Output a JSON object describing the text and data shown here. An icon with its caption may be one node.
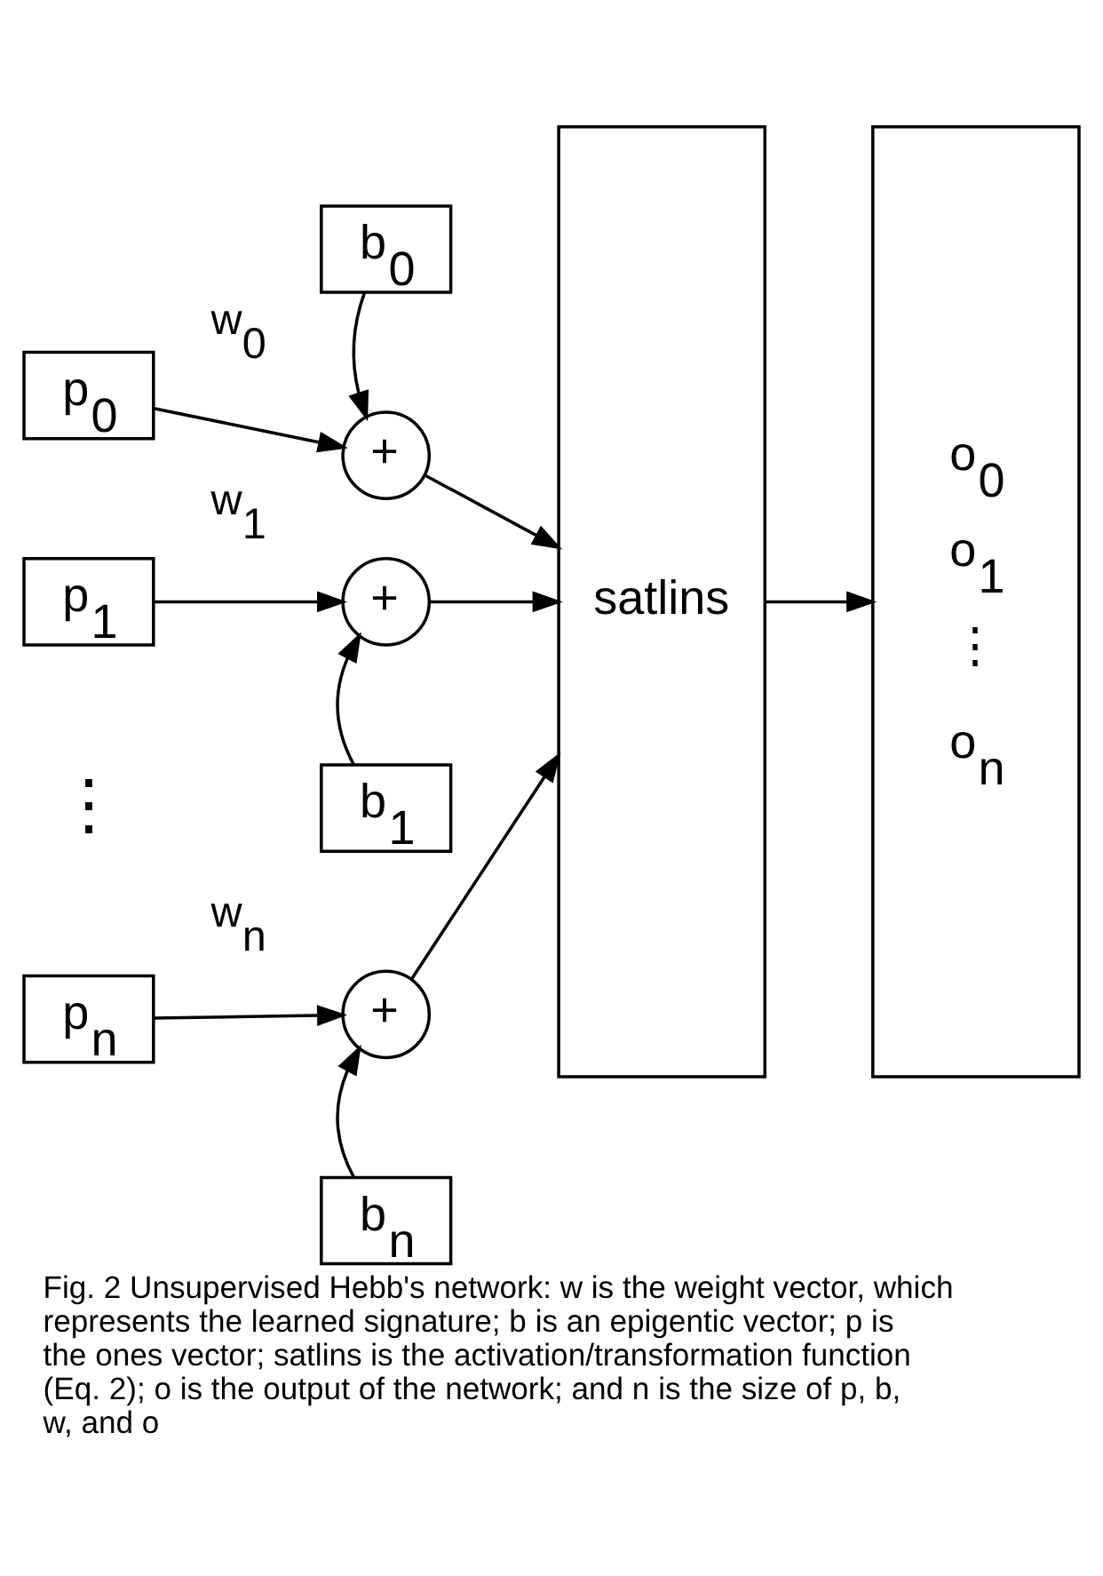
{
  "diagram": {
    "caption": "Fig. 2 Unsupervised Hebb's network: w is the weight vector, which represents the learned signature; b is an epigentic vector; p is the ones vector; satlins is the activation/transformation function (Eq. 2); o is the output of the network; and n is the size of p, b, w, and o",
    "nodes": [
      {
        "text": [
          "p$_{0}$"
        ]
      },
      {
        "text": [
          "+"
        ]
      },
      {
        "text": [
          "b$_{0}$"
        ]
      },
      {
        "text": [
          "p$_{1}$"
        ]
      },
      {
        "text": [
          "+"
        ]
      },
      {
        "text": [
          "b$_{1}$"
        ]
      },
      {
        "text": [
          "p$_{n}$"
        ]
      },
      {
        "text": [
          "+"
        ]
      },
      {
        "text": [
          "b$_{n}$"
        ]
      },
      {
        "text": [
          "satlins"
        ]
      },
      {
        "text": [
          "o$_{0}$",
          "o$_{1}$",
          "⋮",
          "o$_{n}$"
        ]
      }
    ],
    "edges": [
      {
        "from": 0,
        "to": 1,
        "arrow": "to",
        "label": "w$_{0}$"
      },
      {
        "from": 2,
        "to": 1,
        "arrow": "to"
      },
      {
        "from": 1,
        "to": 9,
        "arrow": "to"
      },
      {
        "from": 3,
        "to": 4,
        "arrow": "to",
        "label": "w$_{1}$"
      },
      {
        "from": 5,
        "to": 4,
        "arrow": "to"
      },
      {
        "from": 4,
        "to": 9,
        "arrow": "to"
      },
      {
        "from": 6,
        "to": 7,
        "arrow": "to",
        "label": "w$_{n}$"
      },
      {
        "from": 8,
        "to": 7,
        "arrow": "to"
      },
      {
        "from": 7,
        "to": 9,
        "arrow": "to"
      },
      {
        "from": 9,
        "to": 10,
        "arrow": "to"
      }
    ],
    "labels": [
      "⋮"
    ]
  }
}
